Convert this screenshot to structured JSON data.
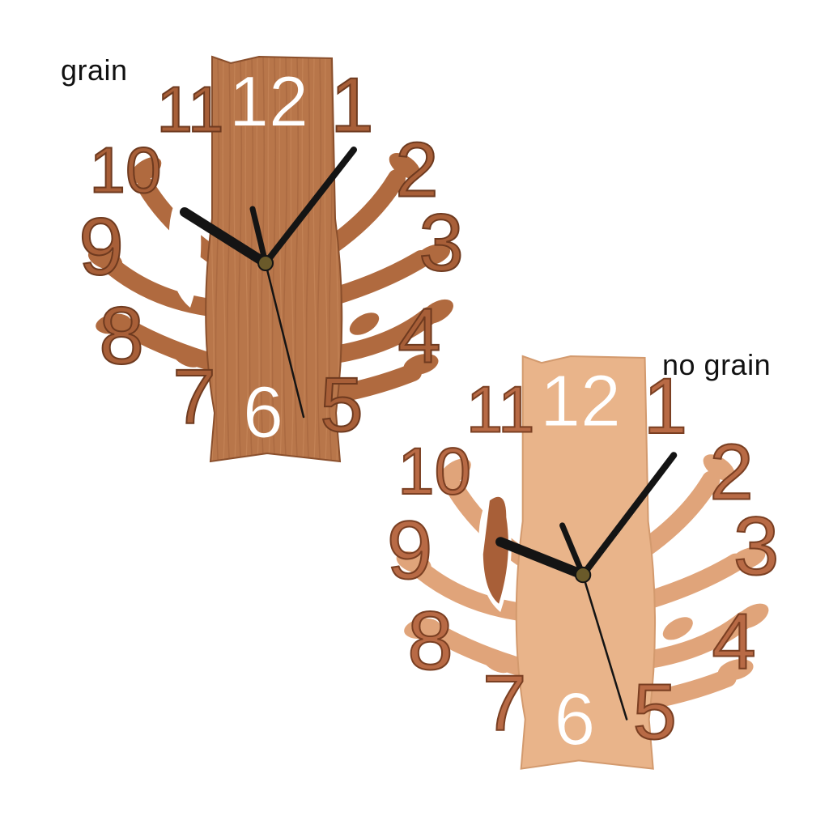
{
  "captions": {
    "grain": "grain",
    "no_grain": "no grain"
  },
  "clocks": [
    {
      "id": "grain",
      "numerals": [
        "12",
        "1",
        "2",
        "3",
        "4",
        "5",
        "6",
        "7",
        "8",
        "9",
        "10",
        "11"
      ],
      "colors": {
        "trunk": "#b8764a",
        "trunk_dark": "#9a5a33",
        "numeral": "#a85f38",
        "numeral_edge": "#6e3a1f",
        "leaf": "#b06a3f"
      }
    },
    {
      "id": "no-grain",
      "numerals": [
        "12",
        "1",
        "2",
        "3",
        "4",
        "5",
        "6",
        "7",
        "8",
        "9",
        "10",
        "11"
      ],
      "colors": {
        "trunk": "#e9b48a",
        "trunk_dark": "#d99c70",
        "numeral": "#b86a45",
        "numeral_edge": "#7a3f22",
        "leaf": "#e0a47a"
      }
    }
  ],
  "hands_color": "#141414"
}
